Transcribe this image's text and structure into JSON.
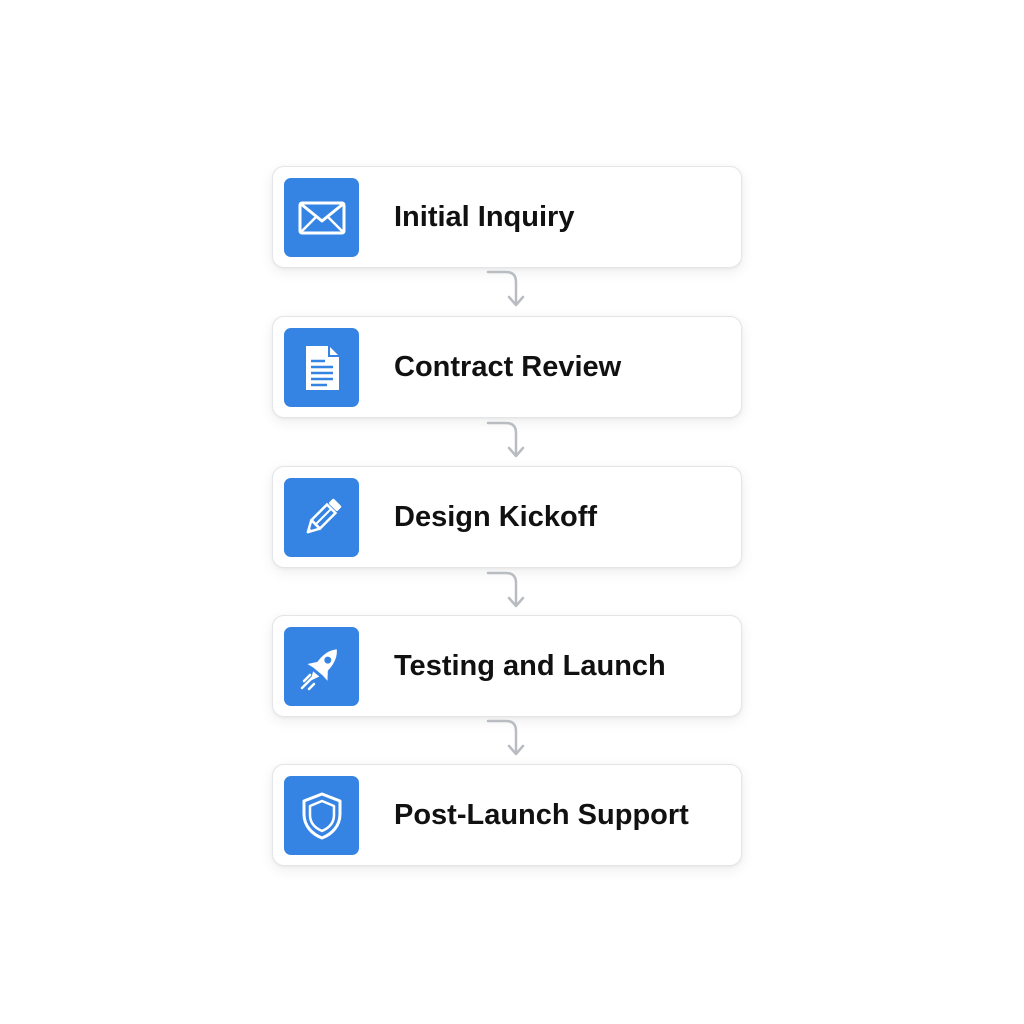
{
  "colors": {
    "icon_background": "#3584e4",
    "icon_foreground": "#ffffff",
    "connector": "#b9bcc1"
  },
  "steps": [
    {
      "label": "Initial Inquiry",
      "icon": "envelope-icon"
    },
    {
      "label": "Contract Review",
      "icon": "document-icon"
    },
    {
      "label": "Design Kickoff",
      "icon": "pencil-icon"
    },
    {
      "label": "Testing and Launch",
      "icon": "rocket-icon"
    },
    {
      "label": "Post-Launch Support",
      "icon": "shield-icon"
    }
  ]
}
